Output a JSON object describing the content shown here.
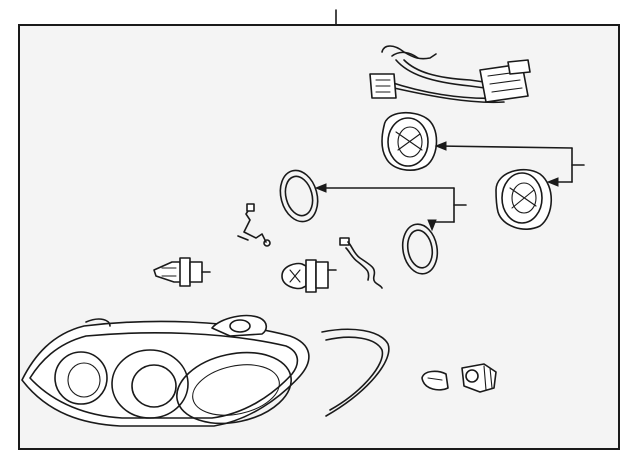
{
  "diagram": {
    "frame_color": "#1a1a1a",
    "background_color": "#f4f4f4",
    "parts": [
      "wiring-harness",
      "bulb-socket-upper",
      "bulb-socket-right",
      "gasket-ring-upper",
      "gasket-ring-lower",
      "socket-wire-small",
      "halogen-bulb-left",
      "halogen-bulb-center",
      "socket-wire-pigtail",
      "headlamp-assembly",
      "bezel-trim-strip",
      "wedge-bulb",
      "wedge-bulb-socket"
    ]
  }
}
